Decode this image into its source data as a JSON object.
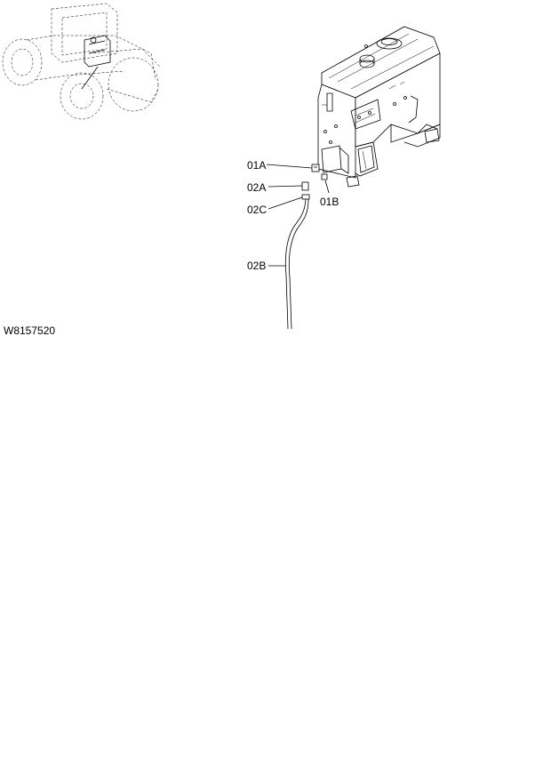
{
  "drawing_id": "W8157520",
  "callouts": [
    {
      "id": "01A",
      "label": "01A"
    },
    {
      "id": "01B",
      "label": "01B"
    },
    {
      "id": "02A",
      "label": "02A"
    },
    {
      "id": "02B",
      "label": "02B"
    },
    {
      "id": "02C",
      "label": "02C"
    }
  ],
  "colors": {
    "line": "#000000",
    "background": "#ffffff"
  }
}
